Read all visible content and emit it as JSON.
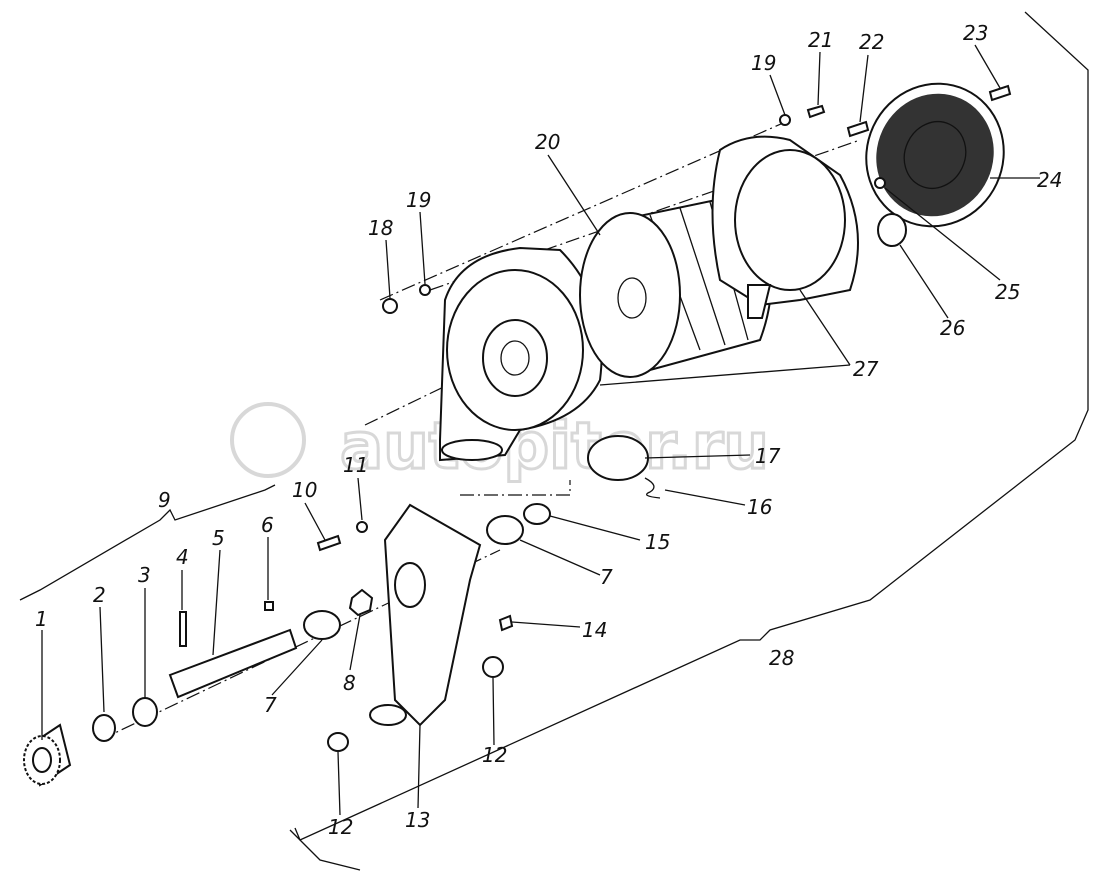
{
  "diagram": {
    "title": "Heater fan assembly exploded view",
    "watermark": "autopiter.ru",
    "labels": [
      "1",
      "2",
      "3",
      "4",
      "5",
      "6",
      "7",
      "7",
      "8",
      "9",
      "10",
      "11",
      "12",
      "12",
      "13",
      "14",
      "15",
      "16",
      "17",
      "18",
      "19",
      "19",
      "20",
      "21",
      "22",
      "23",
      "24",
      "25",
      "26",
      "27",
      "28"
    ]
  }
}
